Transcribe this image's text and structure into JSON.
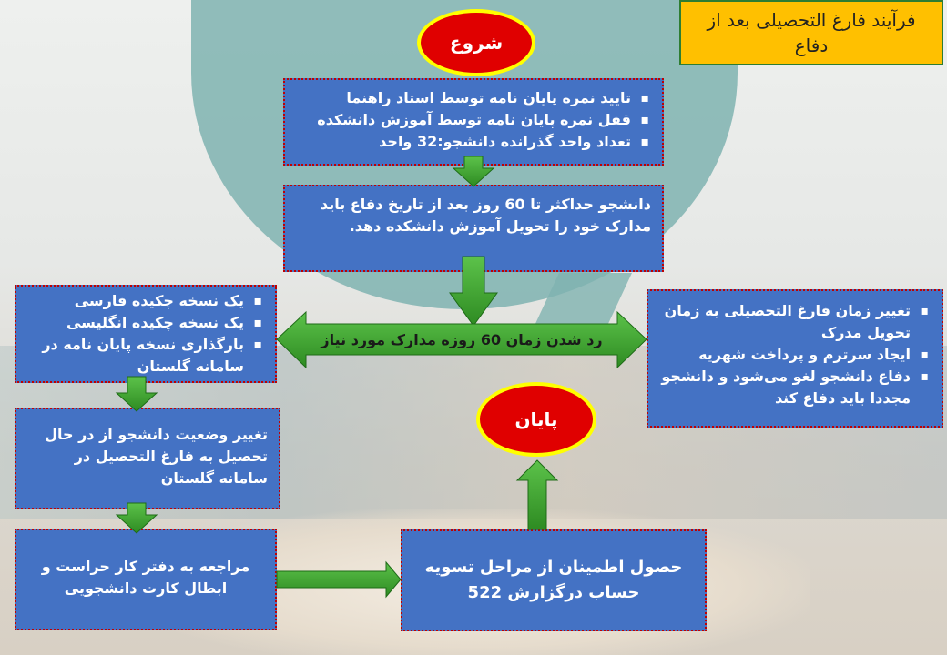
{
  "title": "فرآیند فارغ التحصیلی بعد از دفاع",
  "start_label": "شروع",
  "end_label": "پایان",
  "box_approval": {
    "items": [
      "تایید نمره پایان نامه توسط استاد راهنما",
      "قفل نمره پایان نامه توسط آموزش دانشکده",
      "تعداد واحد گذرانده دانشجو:32 واحد"
    ]
  },
  "box_deadline": {
    "text": "دانشجو حداکثر تا 60 روز بعد از تاریخ دفاع باید مدارک خود را تحویل آموزش دانشکده دهد."
  },
  "arrow_label": "رد شدن زمان 60 روزه مدارک مورد نیاز",
  "box_documents": {
    "items": [
      "یک نسخه چکیده فارسی",
      "یک نسخه چکیده انگلیسی",
      "بارگذاری نسخه پایان نامه در سامانه گلستان"
    ]
  },
  "box_consequences": {
    "items": [
      "تغییر زمان فارغ التحصیلی به زمان تحویل مدرک",
      "ایجاد سرترم و پرداخت شهریه",
      "دفاع دانشجو لغو می‌شود و دانشجو مجددا باید دفاع کند"
    ]
  },
  "box_status_change": {
    "text": "تغییر وضعیت دانشجو از در حال تحصیل به فارغ التحصیل در سامانه گلستان"
  },
  "box_security": {
    "text": "مراجعه به دفتر کار حراست و ابطال کارت دانشجویی"
  },
  "box_settlement": {
    "text": "حصول اطمینان از مراحل تسویه حساب درگزارش 522"
  },
  "colors": {
    "box_fill": "#4472c4",
    "box_border": "#c00000",
    "oval_fill": "#e00000",
    "oval_border": "#ffff00",
    "arrow": "#33a02c",
    "title_fill": "#ffc000"
  }
}
